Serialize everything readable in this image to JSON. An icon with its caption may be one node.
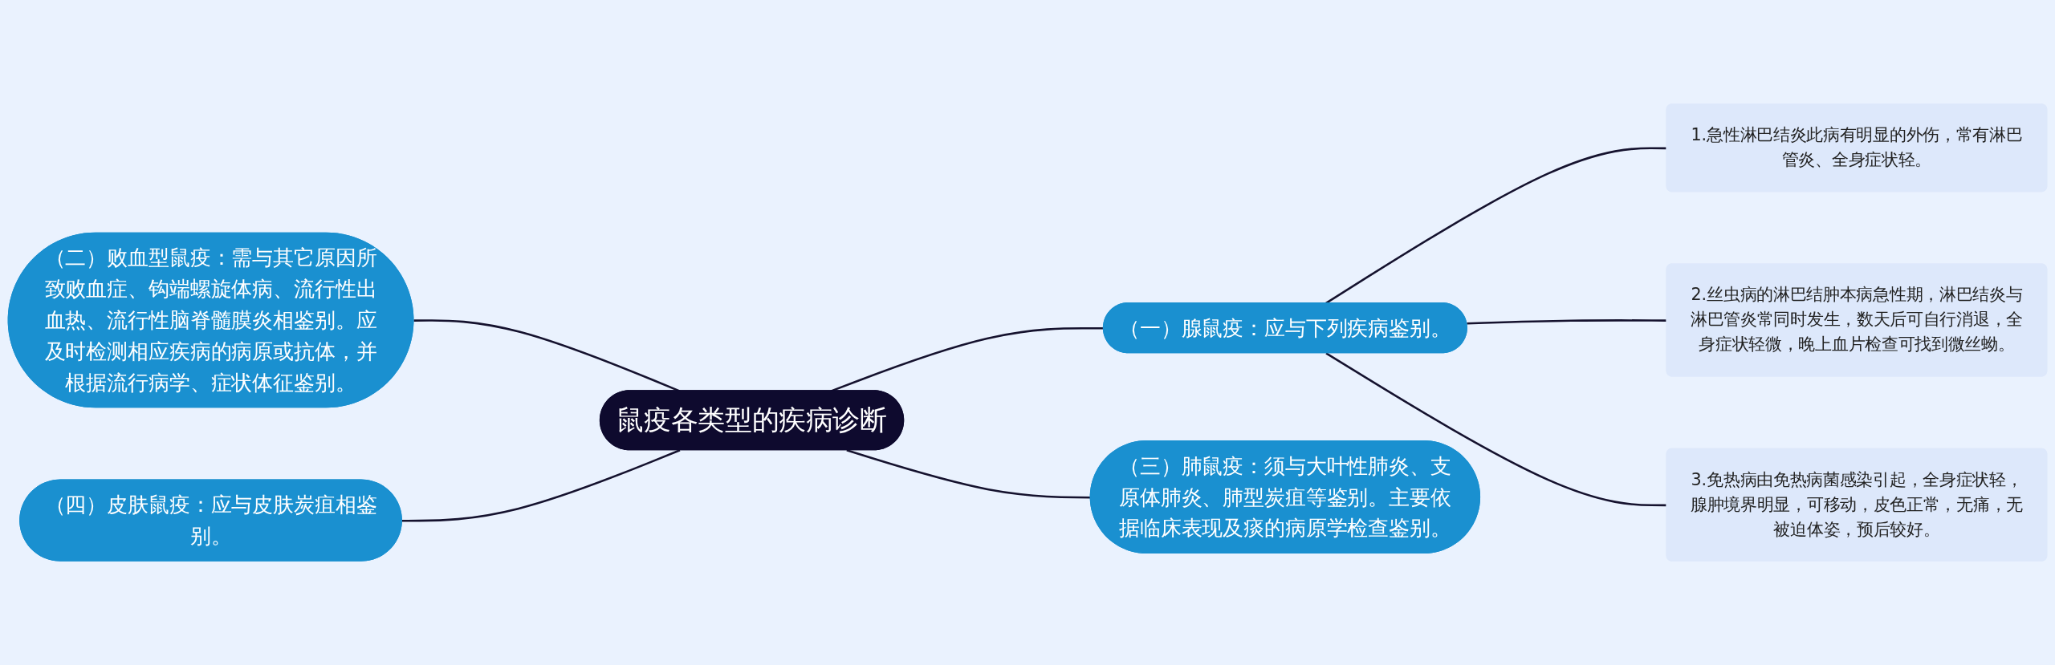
{
  "diagram": {
    "nodes": [
      {
        "text": [
          "鼠疫各类型的疾病诊断"
        ]
      },
      {
        "text": [
          "（一）腺鼠疫：应与下列疾病鉴别。"
        ]
      },
      {
        "text": [
          "1.急性淋巴结炎此病有明显的外伤，常有淋巴管炎、全身症状轻。"
        ]
      },
      {
        "text": [
          "2.丝虫病的淋巴结肿本病急性期，淋巴结炎与淋巴管炎常同时发生，数天后可自行消退，全身症状轻微，晚上血片检查可找到微丝蚴。"
        ]
      },
      {
        "text": [
          "3.免热病由免热病菌感染引起，全身症状轻，腺肿境界明显，可移动，皮色正常，无痛，无被迫体姿，预后较好。"
        ]
      },
      {
        "text": [
          "（二）败血型鼠疫：需与其它原因所致败血症、钩端螺旋体病、流行性出血热、流行性脑脊髓膜炎相鉴别。应及时检测相应疾病的病原或抗体，并根据流行病学、症状体征鉴别。"
        ]
      },
      {
        "text": [
          "（三）肺鼠疫：须与大叶性肺炎、支原体肺炎、肺型炭疽等鉴别。主要依据临床表现及痰的病原学检查鉴别。"
        ]
      },
      {
        "text": [
          "（四）皮肤鼠疫：应与皮肤炭疽相鉴别。"
        ]
      }
    ],
    "edges": [
      {
        "from": 0,
        "to": 1,
        "arrow": "none"
      },
      {
        "from": 1,
        "to": 2,
        "arrow": "none"
      },
      {
        "from": 1,
        "to": 3,
        "arrow": "none"
      },
      {
        "from": 1,
        "to": 4,
        "arrow": "none"
      },
      {
        "from": 0,
        "to": 5,
        "arrow": "none"
      },
      {
        "from": 0,
        "to": 6,
        "arrow": "none"
      },
      {
        "from": 0,
        "to": 7,
        "arrow": "none"
      }
    ]
  }
}
